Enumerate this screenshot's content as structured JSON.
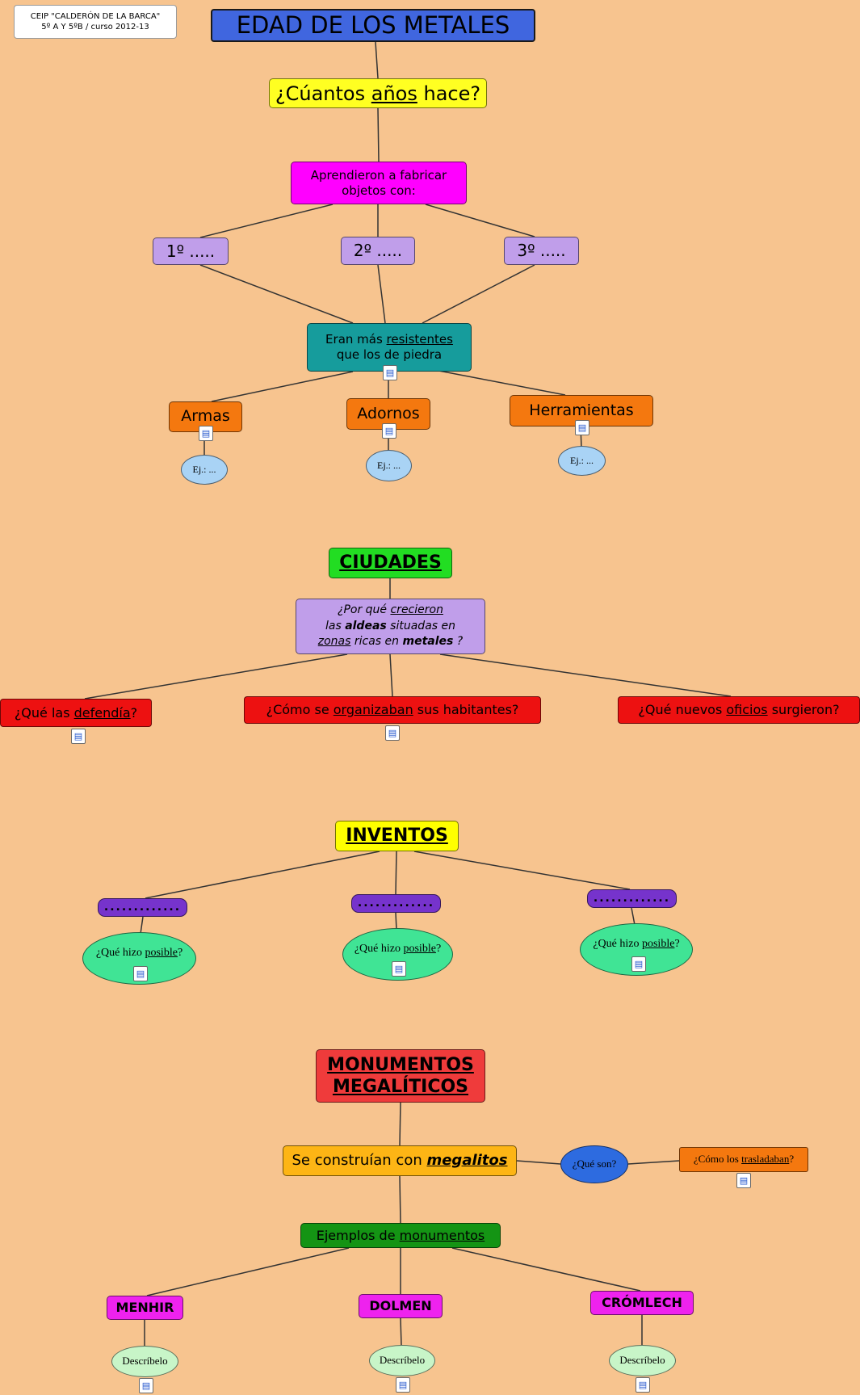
{
  "header": {
    "line1": "CEIP \"CALDERÓN DE LA BARCA\"",
    "line2": "5º A Y 5ºB / curso 2012-13"
  },
  "icons": {
    "attachment": "▤"
  },
  "colors": {
    "background": "#F7C48F",
    "title_blue": "#4066DF",
    "yellow": "#FFFF22",
    "magenta": "#FF00FF",
    "lavender": "#C09EEA",
    "teal": "#169C9C",
    "orange": "#F4780F",
    "light_blue": "#A9D3F5",
    "bright_green": "#22DD22",
    "red": "#ED1111",
    "purple": "#7633CC",
    "spring_green": "#40E495",
    "light_red": "#EF3B3B",
    "gold": "#FDB515",
    "blue_ellipse": "#2D6BE0",
    "dark_green": "#149414",
    "bright_magenta": "#EE22EE",
    "pale_green": "#C8F5C8"
  },
  "nodes": {
    "title": "EDAD DE LOS METALES",
    "years": {
      "pre": "¿Cúantos ",
      "u": "años",
      "post": " hace?"
    },
    "fabricar": {
      "line1": "Aprendieron a fabricar",
      "line2": "objetos con:"
    },
    "ord1": "1º .....",
    "ord2": "2º .....",
    "ord3": "3º .....",
    "resistentes": {
      "pre": "Eran más ",
      "u": "resistentes",
      "line2": "que los de piedra"
    },
    "armas": "Armas",
    "adornos": "Adornos",
    "herramientas": "Herramientas",
    "ej": "Ej.: ...",
    "ciudades": "CIUDADES",
    "crecieron": {
      "l1pre": "¿Por qué ",
      "l1u": "crecieron",
      "l2pre": "las ",
      "l2b": "aldeas",
      "l2post": " situadas en",
      "l3u": "zonas",
      "l3mid": " ricas en ",
      "l3b": "metales",
      "l3post": " ?"
    },
    "defendia": {
      "pre": "¿Qué las ",
      "u": "defendía",
      "post": "?"
    },
    "organizaban": {
      "pre": "¿Cómo se ",
      "u": "organizaban",
      "post": " sus habitantes?"
    },
    "oficios": {
      "pre": "¿Qué nuevos ",
      "u": "oficios",
      "post": " surgieron?"
    },
    "inventos": "INVENTOS",
    "dots": ".............",
    "hizo_posible": {
      "pre": "¿Qué hizo ",
      "u": "posible",
      "post": "?"
    },
    "monumentos": {
      "line1": "MONUMENTOS",
      "line2": "MEGALÍTICOS"
    },
    "megalitos": {
      "pre": "Se construían con ",
      "u": "megalitos"
    },
    "que_son": "¿Qué son?",
    "trasladaban": {
      "pre": "¿Cómo los ",
      "u": "trasladaban",
      "post": "?"
    },
    "ejemplos": {
      "pre": "Ejemplos de ",
      "u": "monumentos"
    },
    "menhir": "MENHIR",
    "dolmen": "DOLMEN",
    "cromlech": "CRÓMLECH",
    "describelo": "Descríbelo"
  }
}
